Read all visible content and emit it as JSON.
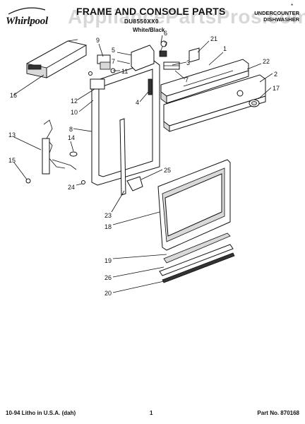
{
  "header": {
    "brand": "Whirlpool",
    "title": "FRAME AND CONSOLE PARTS",
    "model": "DU8550XX0",
    "color": "White/Black",
    "category_line1": "UNDERCOUNTER",
    "category_line2": "DISHWASHER",
    "watermark": "AppliancePartsPros.com",
    "corner_mark": "*"
  },
  "footer": {
    "left": "10-94 Litho in U.S.A. (dah)",
    "page": "1",
    "part_no": "Part No. 870168"
  },
  "callouts": {
    "c1": "1",
    "c2": "2",
    "c3": "3",
    "c4": "4",
    "c5": "5",
    "c6": "6",
    "c7a": "7",
    "c7b": "7",
    "c8": "8",
    "c9": "9",
    "c10": "10",
    "c11": "11",
    "c12": "12",
    "c13": "13",
    "c14": "14",
    "c15": "15",
    "c16": "16",
    "c17": "17",
    "c18": "18",
    "c19": "19",
    "c20": "20",
    "c21": "21",
    "c22": "22",
    "c23": "23",
    "c24": "24",
    "c25": "25",
    "c26": "26"
  }
}
